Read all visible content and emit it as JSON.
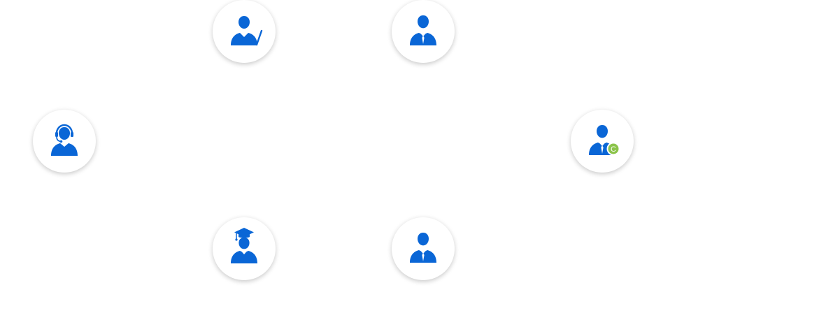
{
  "colors": {
    "primary": "#0a66d6",
    "badge": "#8bc34a",
    "badge_text": "#ffffff",
    "node_background": "#ffffff"
  },
  "nodes": [
    {
      "id": "teacher",
      "icon": "teacher-icon"
    },
    {
      "id": "business",
      "icon": "businessman-icon"
    },
    {
      "id": "support",
      "icon": "customer-service-icon"
    },
    {
      "id": "copyright",
      "icon": "copyright-owner-icon",
      "badge_label": "C"
    },
    {
      "id": "graduate",
      "icon": "graduate-icon"
    },
    {
      "id": "employee",
      "icon": "employee-icon"
    }
  ]
}
